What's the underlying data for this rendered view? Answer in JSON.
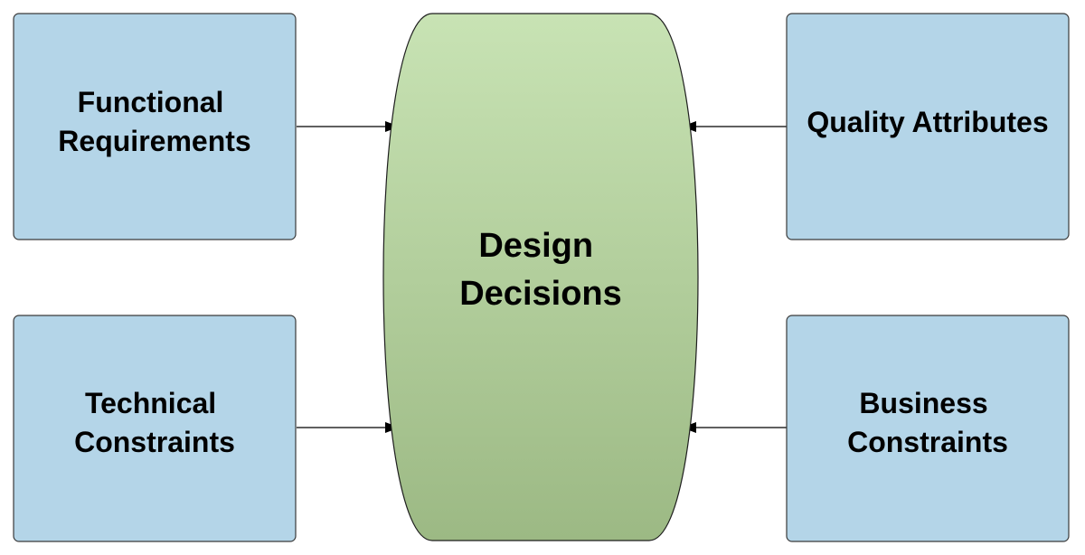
{
  "colors": {
    "box_fill": "#b4d5e8",
    "box_stroke": "#3a3a3a",
    "center_gradient_top": "#c8e3b4",
    "center_gradient_bottom": "#9cb984",
    "center_stroke": "#1e1e1e",
    "arrow": "#000000"
  },
  "center": {
    "line1": "Design",
    "line2": "Decisions"
  },
  "boxes": {
    "functional_requirements": {
      "line1": "Functional",
      "line2": "Requirements"
    },
    "quality_attributes": {
      "line1": "Quality Attributes"
    },
    "technical_constraints": {
      "line1": "Technical",
      "line2": "Constraints"
    },
    "business_constraints": {
      "line1": "Business",
      "line2": "Constraints"
    }
  }
}
